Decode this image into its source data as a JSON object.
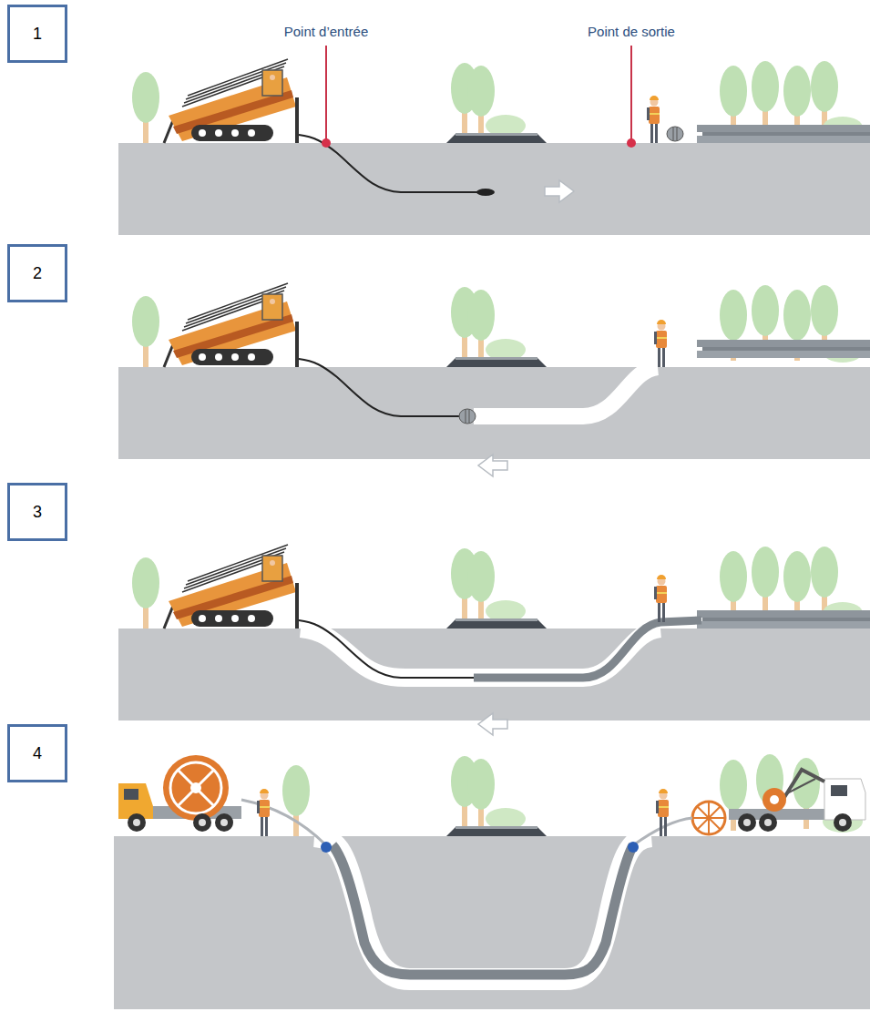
{
  "diagram": {
    "nodes": [
      {
        "text": [
          "1"
        ]
      },
      {
        "text": [
          "2"
        ]
      },
      {
        "text": [
          "3"
        ]
      },
      {
        "text": [
          "4"
        ]
      }
    ],
    "labels": [
      "Point d’entrée",
      "Point de sortie"
    ]
  }
}
